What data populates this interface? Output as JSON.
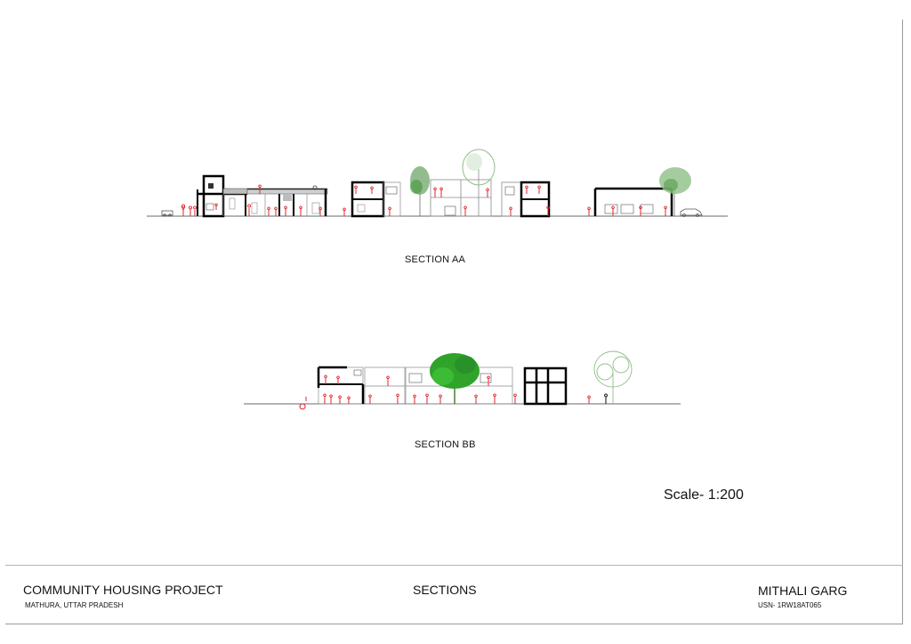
{
  "drawing": {
    "section_aa_label": "SECTION AA",
    "section_bb_label": "SECTION BB",
    "scale_text": "Scale- 1:200"
  },
  "title_block": {
    "project_title": "COMMUNITY HOUSING PROJECT",
    "location": "MATHURA, UTTAR PRADESH",
    "sheet_name": "SECTIONS",
    "author": "MITHALI GARG",
    "usn": "USN- 1RW18AT065"
  },
  "colors": {
    "wall": "#000000",
    "thin_line": "#8a8a8a",
    "figures": "#e0262b",
    "tree_dark": "#2fa32a",
    "tree_light": "#8fbf86"
  }
}
